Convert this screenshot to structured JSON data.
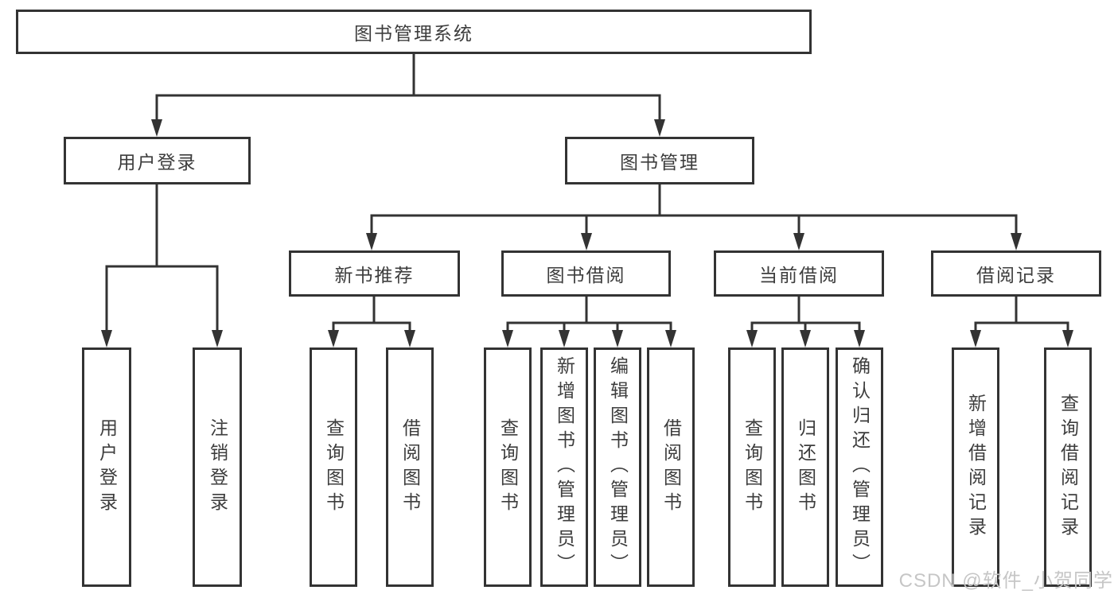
{
  "diagram": {
    "type": "tree",
    "colors": {
      "line": "#333333",
      "box_border": "#333333",
      "box_fill": "#ffffff",
      "text": "#3d3d3d",
      "watermark": "#c6c6c6"
    },
    "tree": {
      "label": "图书管理系统",
      "children": [
        {
          "label": "用户登录",
          "children": [
            {
              "label": "用户登录"
            },
            {
              "label": "注销登录"
            }
          ]
        },
        {
          "label": "图书管理",
          "children": [
            {
              "label": "新书推荐",
              "children": [
                {
                  "label": "查询图书"
                },
                {
                  "label": "借阅图书"
                }
              ]
            },
            {
              "label": "图书借阅",
              "children": [
                {
                  "label": "查询图书"
                },
                {
                  "label": "新增图书（管理员）"
                },
                {
                  "label": "编辑图书（管理员）"
                },
                {
                  "label": "借阅图书"
                }
              ]
            },
            {
              "label": "当前借阅",
              "children": [
                {
                  "label": "查询图书"
                },
                {
                  "label": "归还图书"
                },
                {
                  "label": "确认归还（管理员）"
                }
              ]
            },
            {
              "label": "借阅记录",
              "children": [
                {
                  "label": "新增借阅记录"
                },
                {
                  "label": "查询借阅记录"
                }
              ]
            }
          ]
        }
      ]
    }
  },
  "watermark": {
    "text": "CSDN @软件_小贺同学"
  }
}
